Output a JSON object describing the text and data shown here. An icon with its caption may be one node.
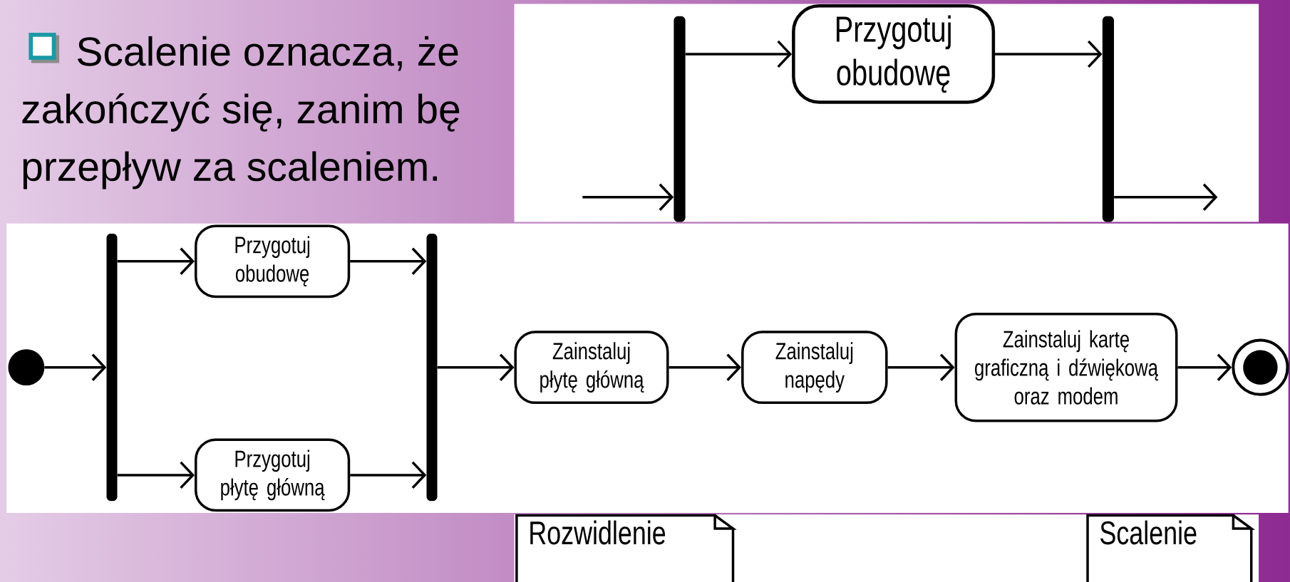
{
  "diagram": {
    "nodes": [
      {
        "text": [],
        "shape": "bar"
      },
      {
        "text": [
          "Przygotuj obudowę"
        ]
      },
      {
        "text": [],
        "shape": "bar"
      },
      {
        "text": [],
        "shape": "circle"
      },
      {
        "text": [],
        "shape": "bar"
      },
      {
        "text": [
          "Przygotuj obudowę"
        ]
      },
      {
        "text": [
          "Przygotuj płytę główną"
        ]
      },
      {
        "text": [],
        "shape": "bar"
      },
      {
        "text": [
          "Zainstaluj płytę główną"
        ]
      },
      {
        "text": [
          "Zainstaluj napędy"
        ]
      },
      {
        "text": [
          "Zainstaluj kartę graficzną i dźwiękową oraz modem"
        ]
      },
      {
        "text": [],
        "shape": "bullseye"
      },
      {
        "text": [
          "Rozwidlenie"
        ]
      },
      {
        "text": [
          "Scalenie"
        ]
      }
    ],
    "edges": [
      {
        "from": null,
        "to": 0,
        "arrow": "to"
      },
      {
        "from": 0,
        "to": 1,
        "arrow": "to"
      },
      {
        "from": 1,
        "to": 2,
        "arrow": "to"
      },
      {
        "from": 2,
        "to": null,
        "arrow": "to"
      },
      {
        "from": 3,
        "to": 4,
        "arrow": "to"
      },
      {
        "from": 4,
        "to": 5,
        "arrow": "to"
      },
      {
        "from": 4,
        "to": 6,
        "arrow": "to"
      },
      {
        "from": 5,
        "to": 7,
        "arrow": "to"
      },
      {
        "from": 6,
        "to": 7,
        "arrow": "to"
      },
      {
        "from": 7,
        "to": 8,
        "arrow": "to"
      },
      {
        "from": 8,
        "to": 9,
        "arrow": "to"
      },
      {
        "from": 9,
        "to": 10,
        "arrow": "to"
      },
      {
        "from": 10,
        "to": 11,
        "arrow": "to"
      }
    ],
    "labels": [
      "Scalenie oznacza, że",
      "zakończyć się, zanim bę",
      "przepływ za scaleniem."
    ]
  }
}
